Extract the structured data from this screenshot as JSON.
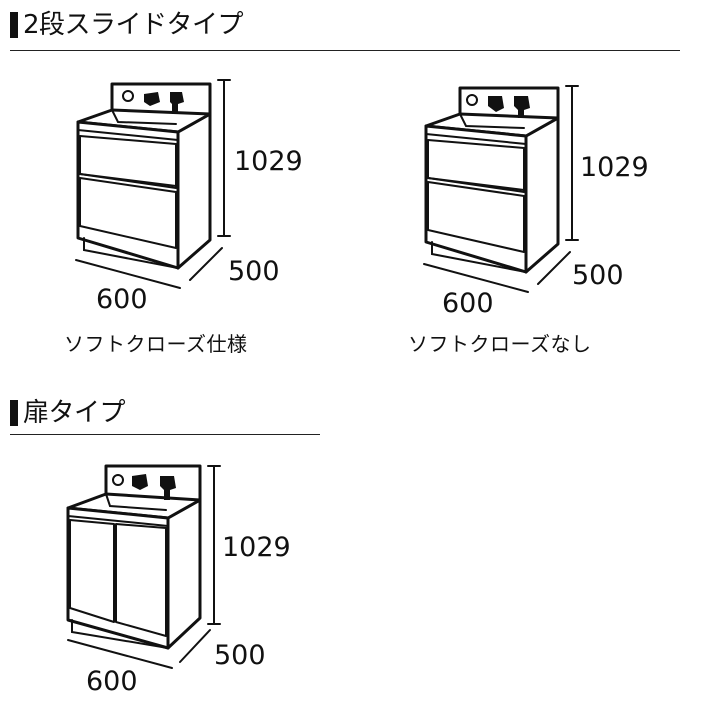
{
  "sections": [
    {
      "title": "2段スライドタイプ"
    },
    {
      "title": "扉タイプ"
    }
  ],
  "units": [
    {
      "variant": "drawers",
      "height": "1029",
      "width": "600",
      "depth": "500",
      "caption": "ソフトクローズ仕様"
    },
    {
      "variant": "drawers",
      "height": "1029",
      "width": "600",
      "depth": "500",
      "caption": "ソフトクローズなし"
    },
    {
      "variant": "doors",
      "height": "1029",
      "width": "600",
      "depth": "500",
      "caption": ""
    }
  ],
  "colors": {
    "ink": "#111111",
    "background": "#ffffff"
  }
}
